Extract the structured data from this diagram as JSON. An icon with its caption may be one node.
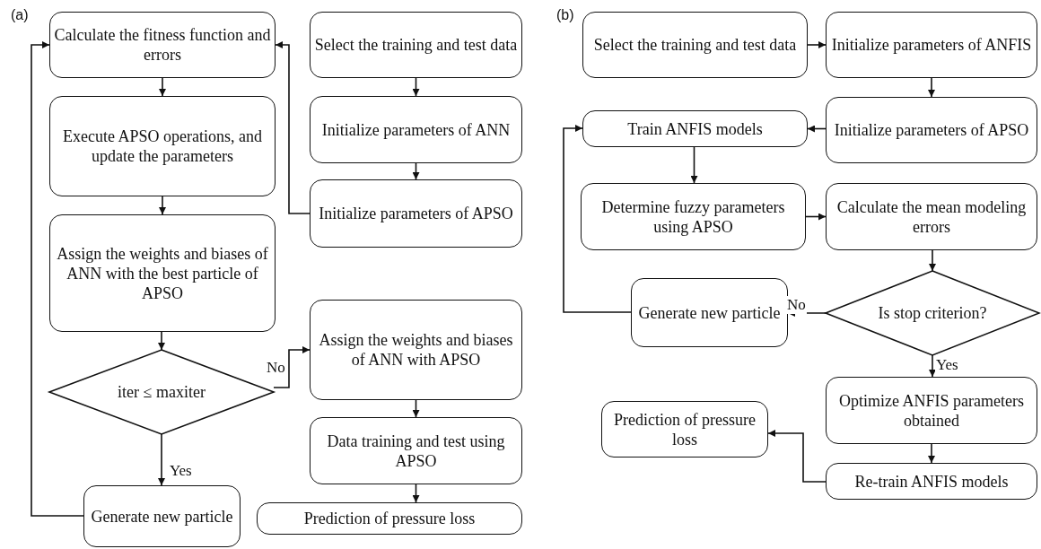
{
  "diagram": {
    "nodes": [
      {
        "text": [
          "Calculate the fitness function and errors"
        ]
      },
      {
        "text": [
          "Execute APSO operations, and update the parameters"
        ]
      },
      {
        "text": [
          "Assign the weights and biases of ANN with the best particle of APSO"
        ]
      },
      {
        "text": [
          "iter ≤ maxiter"
        ]
      },
      {
        "text": [
          "Generate new particle"
        ]
      },
      {
        "text": [
          "Select the training and test data"
        ]
      },
      {
        "text": [
          "Initialize parameters of ANN"
        ]
      },
      {
        "text": [
          "Initialize parameters of APSO"
        ]
      },
      {
        "text": [
          "Assign the weights and biases of ANN with APSO"
        ]
      },
      {
        "text": [
          "Data training and test using APSO"
        ]
      },
      {
        "text": [
          "Prediction of pressure loss"
        ]
      },
      {
        "text": [
          "Select the training and test data"
        ]
      },
      {
        "text": [
          "Initialize parameters of ANFIS"
        ]
      },
      {
        "text": [
          "Train ANFIS models"
        ]
      },
      {
        "text": [
          "Initialize parameters of APSO"
        ]
      },
      {
        "text": [
          "Determine fuzzy parameters using APSO"
        ]
      },
      {
        "text": [
          "Calculate the mean modeling errors"
        ]
      },
      {
        "text": [
          "Is stop criterion?"
        ]
      },
      {
        "text": [
          "Generate new particle"
        ]
      },
      {
        "text": [
          "Optimize ANFIS parameters obtained"
        ]
      },
      {
        "text": [
          "Prediction of pressure loss"
        ]
      },
      {
        "text": [
          "Re-train ANFIS models"
        ]
      }
    ],
    "edges": [
      {
        "from": 0,
        "to": 1,
        "arrow": "to"
      },
      {
        "from": 1,
        "to": 2,
        "arrow": "to"
      },
      {
        "from": 2,
        "to": 3,
        "arrow": "to"
      },
      {
        "from": 3,
        "to": 8,
        "arrow": "to",
        "label": "No"
      },
      {
        "from": 3,
        "to": 4,
        "arrow": "to",
        "label": "Yes"
      },
      {
        "from": 4,
        "to": 0,
        "arrow": "to"
      },
      {
        "from": 5,
        "to": 6,
        "arrow": "to"
      },
      {
        "from": 6,
        "to": 7,
        "arrow": "to"
      },
      {
        "from": 7,
        "to": 0,
        "arrow": "to"
      },
      {
        "from": 8,
        "to": 9,
        "arrow": "to"
      },
      {
        "from": 9,
        "to": 10,
        "arrow": "to"
      },
      {
        "from": 11,
        "to": 12,
        "arrow": "to"
      },
      {
        "from": 12,
        "to": 14,
        "arrow": "to"
      },
      {
        "from": 14,
        "to": 13,
        "arrow": "to"
      },
      {
        "from": 13,
        "to": 15,
        "arrow": "to"
      },
      {
        "from": 15,
        "to": 16,
        "arrow": "to"
      },
      {
        "from": 16,
        "to": 17,
        "arrow": "to"
      },
      {
        "from": 17,
        "to": 18,
        "arrow": "to",
        "label": "No"
      },
      {
        "from": 18,
        "to": 13,
        "arrow": "to"
      },
      {
        "from": 17,
        "to": 19,
        "arrow": "to",
        "label": "Yes"
      },
      {
        "from": 19,
        "to": 21,
        "arrow": "to"
      },
      {
        "from": 21,
        "to": 20,
        "arrow": "to"
      }
    ],
    "labels": [
      "(a)",
      "(b)"
    ]
  }
}
